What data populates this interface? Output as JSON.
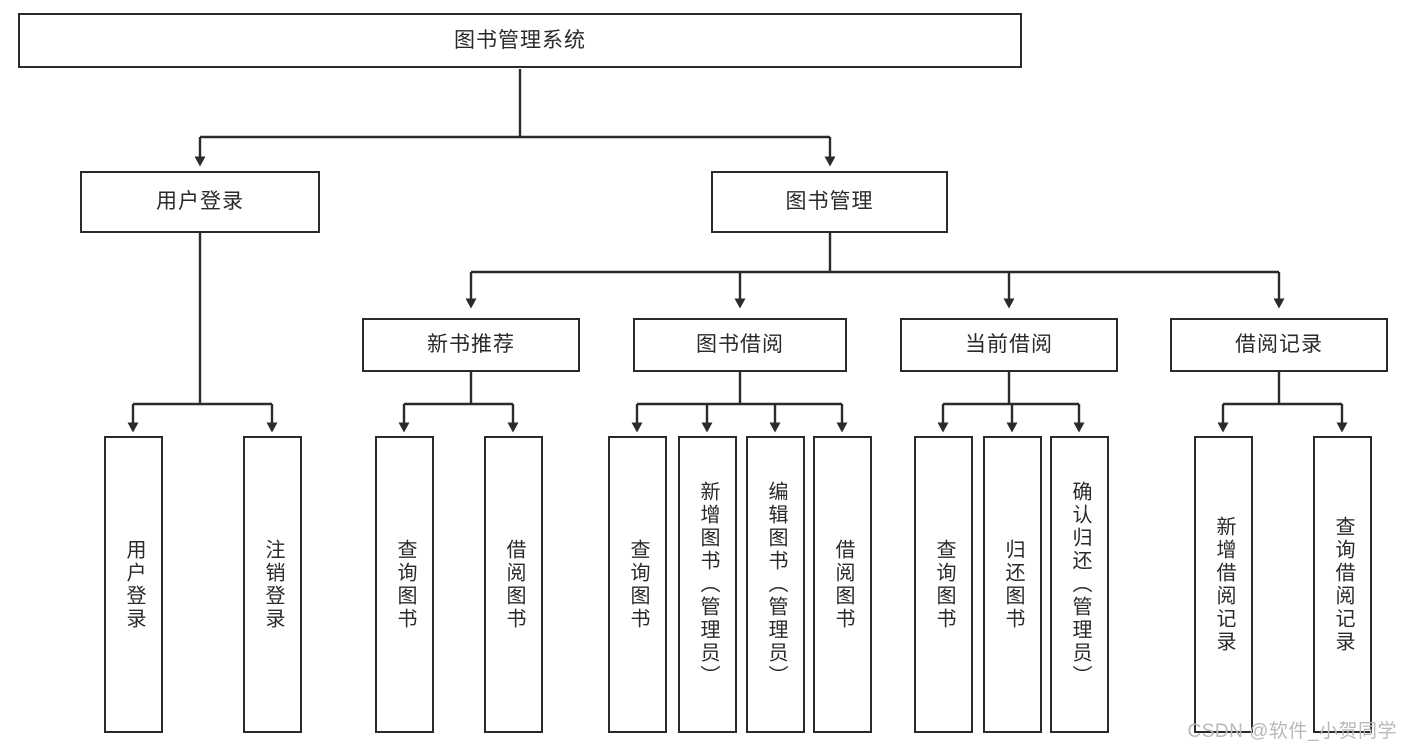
{
  "diagram": {
    "type": "tree-hierarchy",
    "title": "图书管理系统",
    "colors": {
      "box_border": "#2b2b2b",
      "box_fill": "#ffffff",
      "connector": "#2b2b2b",
      "text": "#2a2a2a",
      "watermark": "#b9b9b9",
      "background": "#ffffff"
    },
    "root": {
      "label": "图书管理系统"
    },
    "level2": [
      {
        "label": "用户登录"
      },
      {
        "label": "图书管理"
      }
    ],
    "level3": [
      {
        "label": "新书推荐"
      },
      {
        "label": "图书借阅"
      },
      {
        "label": "当前借阅"
      },
      {
        "label": "借阅记录"
      }
    ],
    "leaves": {
      "user_login": [
        {
          "label": "用户登录"
        },
        {
          "label": "注销登录"
        }
      ],
      "new_book_recommend": [
        {
          "label": "查询图书"
        },
        {
          "label": "借阅图书"
        }
      ],
      "book_borrow": [
        {
          "label": "查询图书"
        },
        {
          "label": "新增图书（管理员）"
        },
        {
          "label": "编辑图书（管理员）"
        },
        {
          "label": "借阅图书"
        }
      ],
      "current_borrow": [
        {
          "label": "查询图书"
        },
        {
          "label": "归还图书"
        },
        {
          "label": "确认归还（管理员）"
        }
      ],
      "borrow_record": [
        {
          "label": "新增借阅记录"
        },
        {
          "label": "查询借阅记录"
        }
      ]
    }
  },
  "watermark": {
    "text": "CSDN @软件_小贺同学"
  }
}
